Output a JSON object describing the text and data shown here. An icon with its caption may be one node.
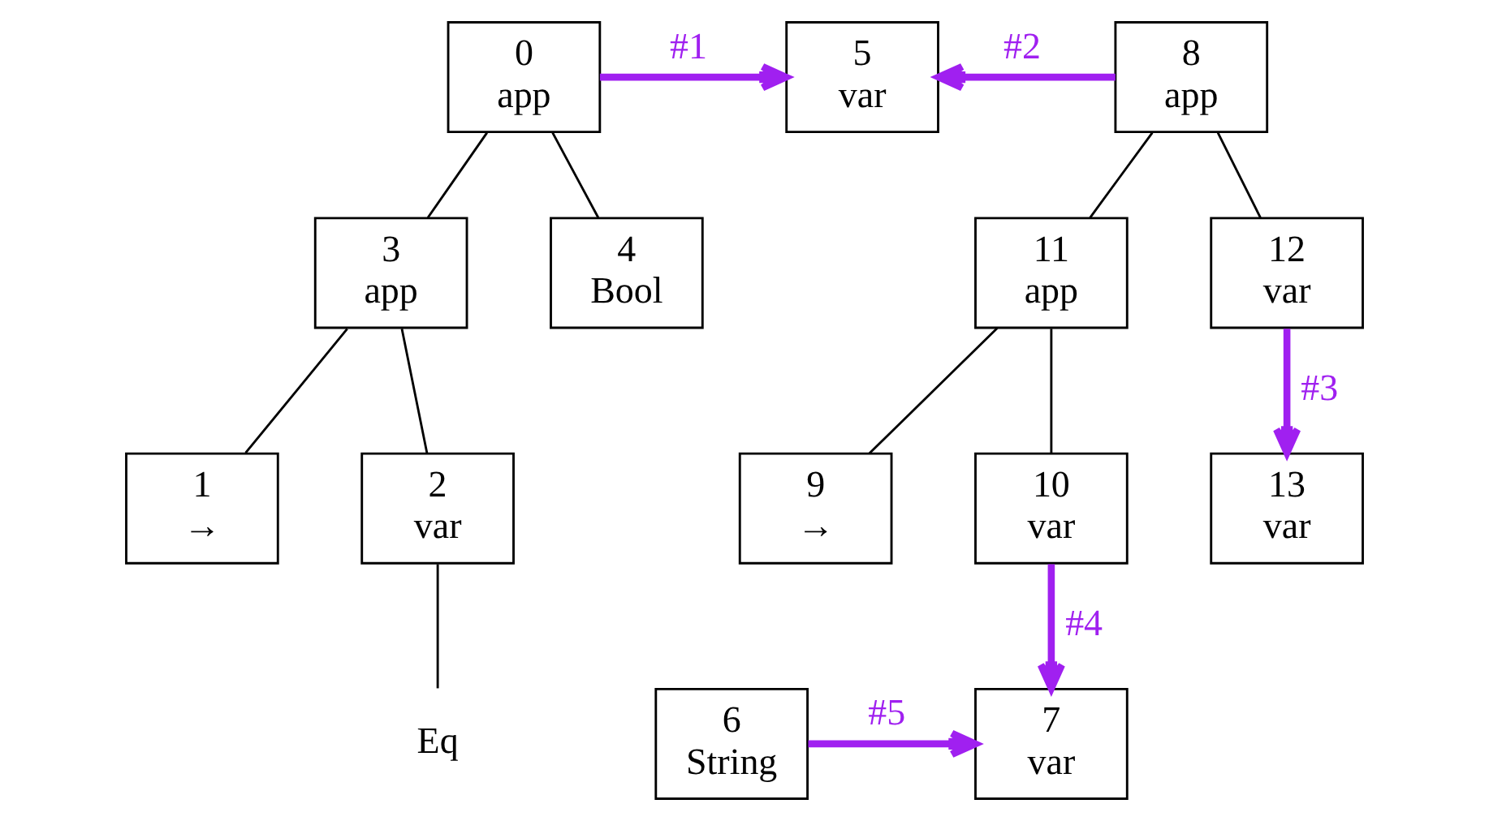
{
  "diagram": {
    "nodes": [
      {
        "text": [
          "0",
          "app"
        ]
      },
      {
        "text": [
          "5",
          "var"
        ]
      },
      {
        "text": [
          "8",
          "app"
        ]
      },
      {
        "text": [
          "3",
          "app"
        ]
      },
      {
        "text": [
          "4",
          "Bool"
        ]
      },
      {
        "text": [
          "11",
          "app"
        ]
      },
      {
        "text": [
          "12",
          "var"
        ]
      },
      {
        "text": [
          "1",
          "→"
        ]
      },
      {
        "text": [
          "2",
          "var"
        ]
      },
      {
        "text": [
          "9",
          "→"
        ]
      },
      {
        "text": [
          "10",
          "var"
        ]
      },
      {
        "text": [
          "13",
          "var"
        ]
      },
      {
        "text": [
          "Eq"
        ]
      },
      {
        "text": [
          "6",
          "String"
        ]
      },
      {
        "text": [
          "7",
          "var"
        ]
      }
    ],
    "edges": [
      {
        "from": 0,
        "to": 3,
        "arrow": "none"
      },
      {
        "from": 0,
        "to": 4,
        "arrow": "none"
      },
      {
        "from": 3,
        "to": 7,
        "arrow": "none"
      },
      {
        "from": 3,
        "to": 8,
        "arrow": "none"
      },
      {
        "from": 2,
        "to": 5,
        "arrow": "none"
      },
      {
        "from": 2,
        "to": 6,
        "arrow": "none"
      },
      {
        "from": 5,
        "to": 9,
        "arrow": "none"
      },
      {
        "from": 5,
        "to": 10,
        "arrow": "none"
      },
      {
        "from": 8,
        "to": 12,
        "arrow": "none"
      },
      {
        "from": 0,
        "to": 1,
        "arrow": "to",
        "label": "#1",
        "style": "thick",
        "color": "#a020f0"
      },
      {
        "from": 2,
        "to": 1,
        "arrow": "to",
        "label": "#2",
        "style": "thick",
        "color": "#a020f0"
      },
      {
        "from": 6,
        "to": 11,
        "arrow": "to",
        "label": "#3",
        "style": "thick",
        "color": "#a020f0"
      },
      {
        "from": 10,
        "to": 14,
        "arrow": "to",
        "label": "#4",
        "style": "thick",
        "color": "#a020f0"
      },
      {
        "from": 13,
        "to": 14,
        "arrow": "to",
        "label": "#5",
        "style": "thick",
        "color": "#a020f0"
      }
    ]
  }
}
